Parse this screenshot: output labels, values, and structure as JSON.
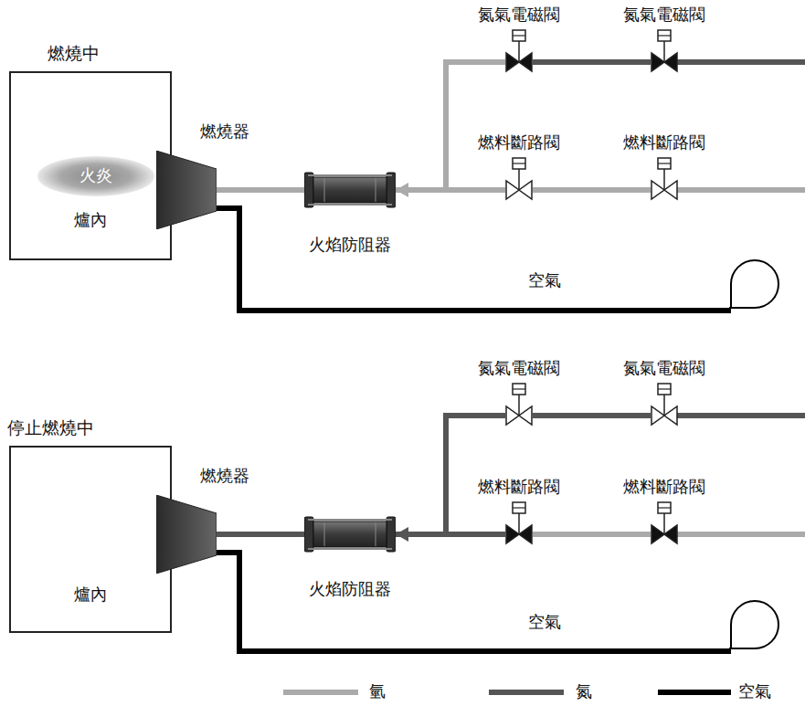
{
  "diagram": {
    "nodes": [
      {
        "text": [
          "燃燒中",
          "爐內"
        ]
      },
      {
        "text": [
          "火炎"
        ],
        "in": 0
      },
      {
        "text": [
          "燃燒器"
        ]
      },
      {
        "text": [
          "火焰防阻器"
        ]
      },
      {
        "text": [
          "氮氣電磁閥"
        ]
      },
      {
        "text": [
          "氮氣電磁閥"
        ]
      },
      {
        "text": [
          "燃料斷路閥"
        ]
      },
      {
        "text": [
          "燃料斷路閥"
        ]
      },
      {
        "text": [
          "停止燃燒中",
          "爐內"
        ]
      },
      {
        "text": [
          "燃燒器"
        ]
      },
      {
        "text": [
          "火焰防阻器"
        ]
      },
      {
        "text": [
          "氮氣電磁閥"
        ]
      },
      {
        "text": [
          "氮氣電磁閥"
        ]
      },
      {
        "text": [
          "燃料斷路閥"
        ]
      },
      {
        "text": [
          "燃料斷路閥"
        ]
      }
    ],
    "edges": [
      {
        "from": 2,
        "to": 3,
        "arrow": "none"
      },
      {
        "from": 3,
        "to": 6,
        "arrow": "none"
      },
      {
        "from": 6,
        "to": 7,
        "arrow": "none"
      },
      {
        "from": 4,
        "to": 5,
        "arrow": "none"
      },
      {
        "from": 4,
        "to": 3,
        "arrow": "to"
      },
      {
        "from": 9,
        "to": 10,
        "arrow": "none"
      },
      {
        "from": 10,
        "to": 13,
        "arrow": "none"
      },
      {
        "from": 13,
        "to": 14,
        "arrow": "none"
      },
      {
        "from": 11,
        "to": 12,
        "arrow": "none"
      },
      {
        "from": 11,
        "to": 10,
        "arrow": "to"
      }
    ],
    "labels": [
      "空氣",
      "空氣"
    ],
    "legend": [
      {
        "text": "氫",
        "color": "#aaaaaa"
      },
      {
        "text": "氮",
        "color": "#555555"
      },
      {
        "text": "空氣",
        "color": "#000000"
      }
    ]
  }
}
